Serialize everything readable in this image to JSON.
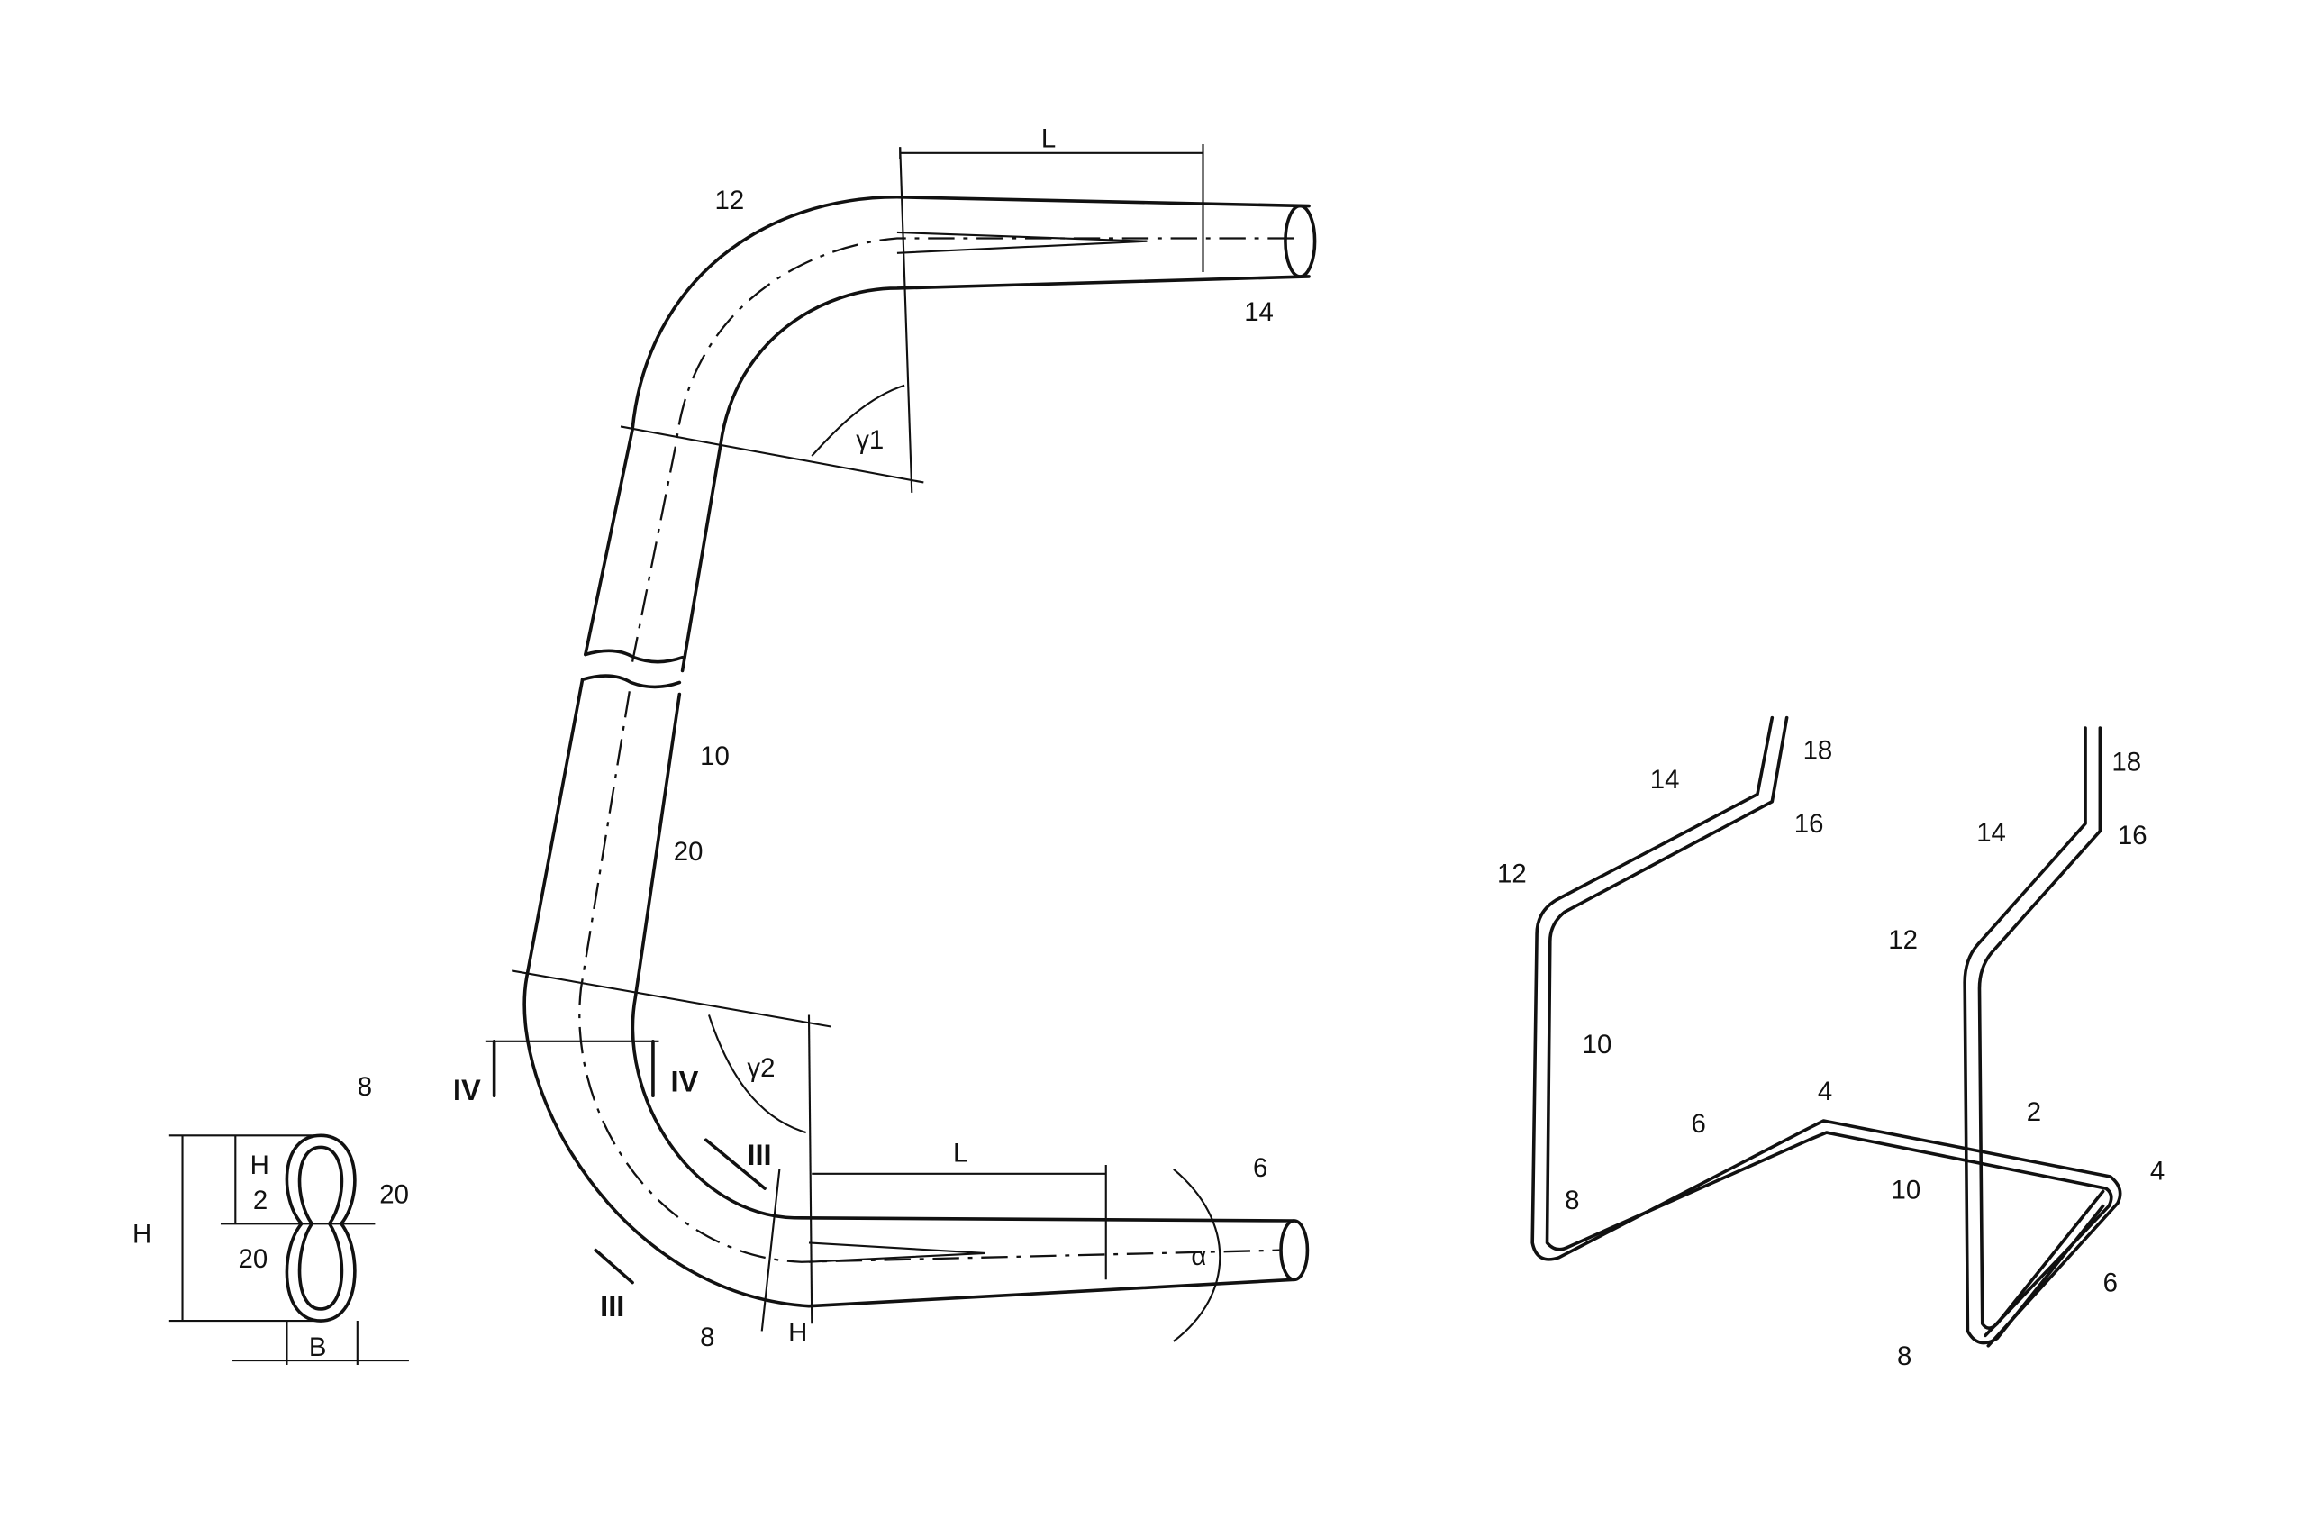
{
  "figure_main": {
    "length_top": "L",
    "bend_top": "12",
    "end_top": "14",
    "angle_top": "γ1",
    "straight": "10",
    "centerline": "20",
    "angle_bottom": "γ2",
    "section_iv_left": "IV",
    "section_iv_right": "IV",
    "section_iii_top": "III",
    "section_iii_bottom": "III",
    "length_bottom": "L",
    "bend_bottom": "8",
    "height": "H",
    "end_bottom": "6",
    "angle_alpha": "α"
  },
  "figure_section": {
    "ref": "8",
    "height": "H",
    "half_height_num": "H",
    "half_height_den": "2",
    "wall_right": "20",
    "wall_left": "20",
    "width": "B"
  },
  "figure_left_frame": [
    "18",
    "14",
    "16",
    "12",
    "10",
    "6",
    "4",
    "8"
  ],
  "figure_right_frame": [
    "18",
    "14",
    "16",
    "12",
    "2",
    "10",
    "4",
    "6",
    "8"
  ]
}
